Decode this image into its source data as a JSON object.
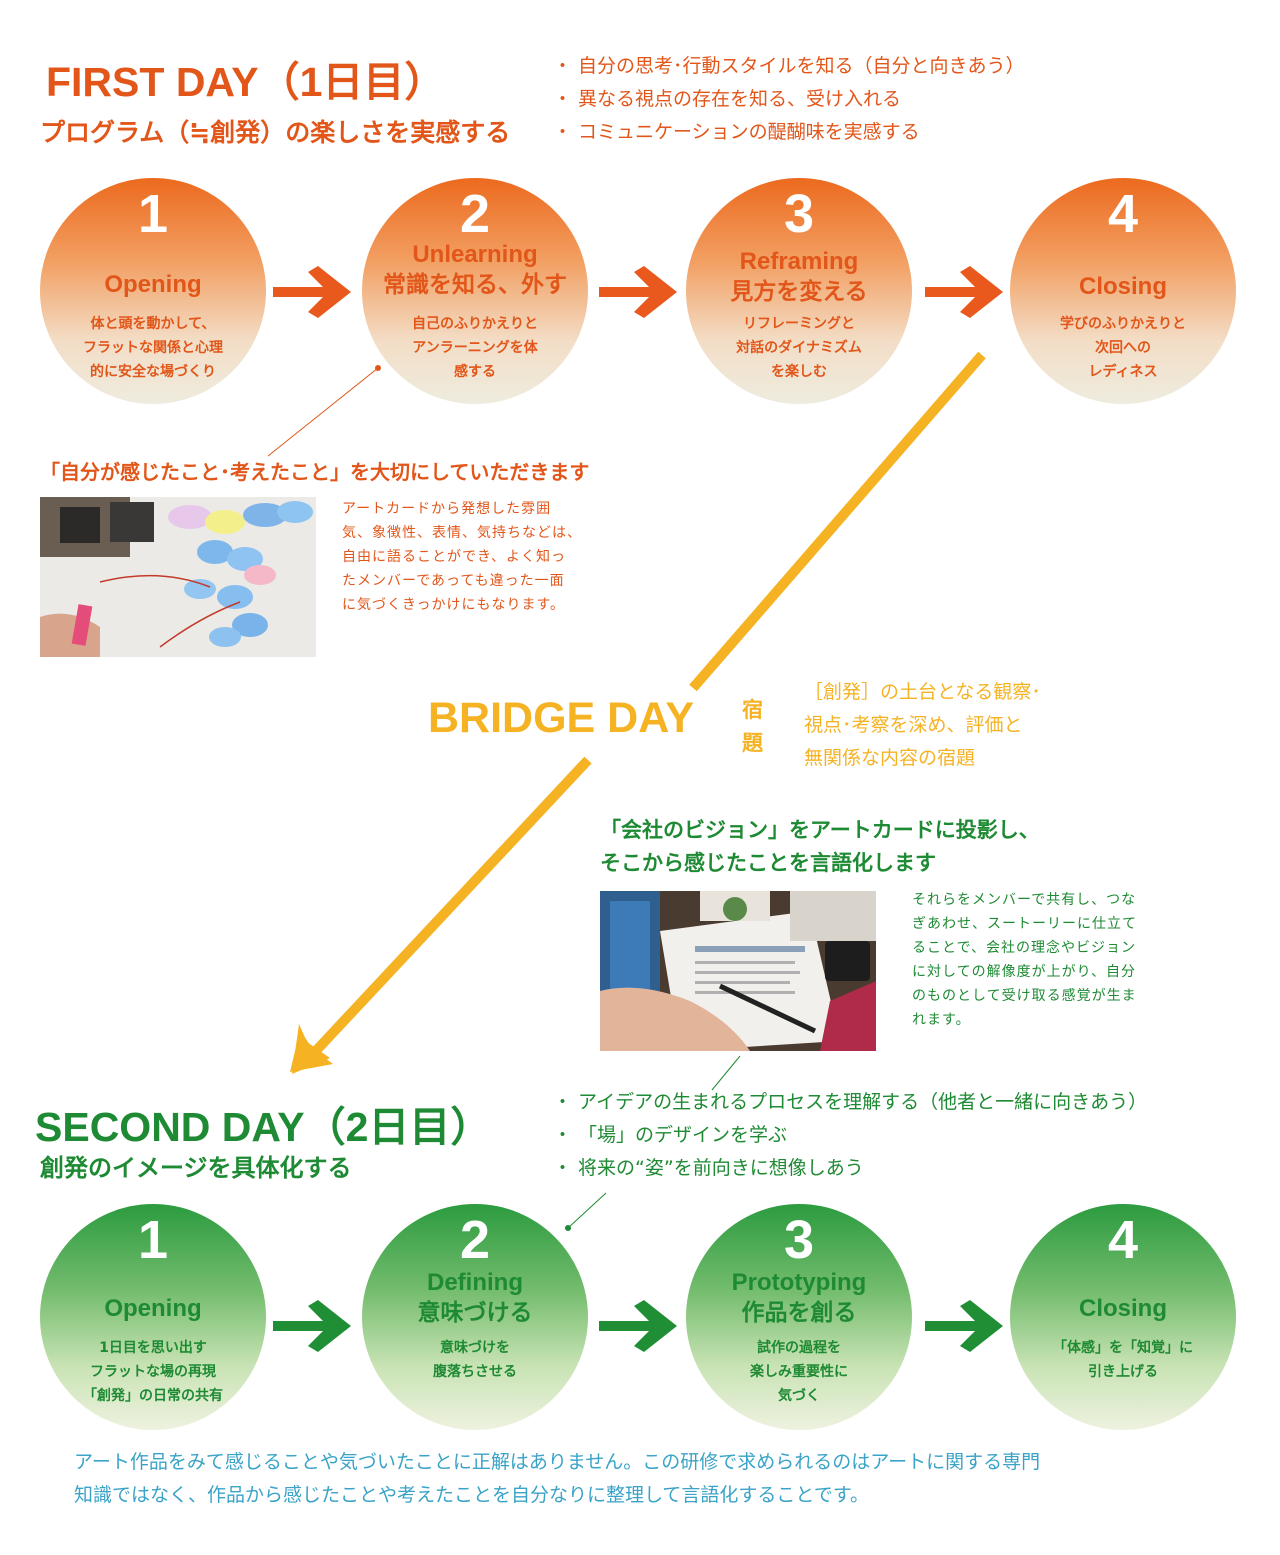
{
  "colors": {
    "orange": "#e2561a",
    "green": "#1e8a33",
    "yellow": "#f5b324",
    "blue": "#3aa3c7"
  },
  "first_day": {
    "title": "FIRST DAY（1日目）",
    "subtitle": "プログラム（≒創発）の楽しさを実感する",
    "bullets": [
      "・ 自分の思考･行動スタイルを知る（自分と向きあう）",
      "・ 異なる視点の存在を知る、受け入れる",
      "・ コミュニケーションの醍醐味を実感する"
    ],
    "steps": [
      {
        "num": "1",
        "en": "Opening",
        "ja": "",
        "desc": "体と頭を動かして、\nフラットな関係と心理\n的に安全な場づくり"
      },
      {
        "num": "2",
        "en": "Unlearning",
        "ja": "常識を知る、外す",
        "desc": "自己のふりかえりと\nアンラーニングを体\n感する"
      },
      {
        "num": "3",
        "en": "Reframing",
        "ja": "見方を変える",
        "desc": "リフレーミングと\n対話のダイナミズム\nを楽しむ"
      },
      {
        "num": "4",
        "en": "Closing",
        "ja": "",
        "desc": "学びのふりかえりと\n次回への\nレディネス"
      }
    ],
    "callout_heading": "「自分が感じたこと･考えたこと」を大切にしていただきます",
    "callout_text": "アートカードから発想した雰囲\n気、象徴性、表情、気持ちなどは、\n自由に語ることができ、よく知っ\nたメンバーであっても違った一面\nに気づくきっかけにもなります。",
    "photo_icon": "photo-sticky-notes"
  },
  "bridge_day": {
    "title": "BRIDGE DAY",
    "label": "宿\n題",
    "text": "［創発］の土台となる観察･\n視点･考察を深め、評価と\n無関係な内容の宿題",
    "callout_heading": "「会社のビジョン」をアートカードに投影し、\nそこから感じたことを言語化します",
    "callout_text": "それらをメンバーで共有し、つな\nぎあわせ、スートーリーに仕立て\nることで、会社の理念やビジョン\nに対しての解像度が上がり、自分\nのものとして受け取る感覚が生ま\nれます。",
    "photo_icon": "photo-worksheet-writing"
  },
  "second_day": {
    "title": "SECOND DAY（2日目）",
    "subtitle": "創発のイメージを具体化する",
    "bullets": [
      "・ アイデアの生まれるプロセスを理解する（他者と一緒に向きあう）",
      "・ 「場」のデザインを学ぶ",
      "・ 将来の“姿”を前向きに想像しあう"
    ],
    "steps": [
      {
        "num": "1",
        "en": "Opening",
        "ja": "",
        "desc": "1日目を思い出す\nフラットな場の再現\n「創発」の日常の共有"
      },
      {
        "num": "2",
        "en": "Defining",
        "ja": "意味づける",
        "desc": "意味づけを\n腹落ちさせる"
      },
      {
        "num": "3",
        "en": "Prototyping",
        "ja": "作品を創る",
        "desc": "試作の過程を\n楽しみ重要性に\n気づく"
      },
      {
        "num": "4",
        "en": "Closing",
        "ja": "",
        "desc": "「体感」を「知覚」に\n引き上げる"
      }
    ]
  },
  "footer": {
    "text": "アート作品をみて感じることや気づいたことに正解はありません。この研修で求められるのはアートに関する専門\n知識ではなく、作品から感じたことや考えたことを自分なりに整理して言語化することです。"
  }
}
